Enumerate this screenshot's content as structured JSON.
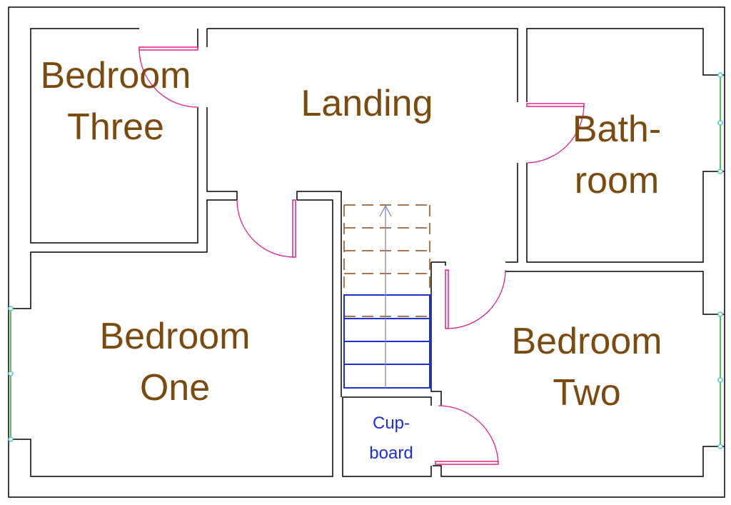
{
  "floor_plan": {
    "rooms": {
      "bedroom_three": {
        "line1": "Bedroom",
        "line2": "Three"
      },
      "landing": {
        "line1": "Landing"
      },
      "bathroom": {
        "line1": "Bath-",
        "line2": "room"
      },
      "bedroom_one": {
        "line1": "Bedroom",
        "line2": "One"
      },
      "bedroom_two": {
        "line1": "Bedroom",
        "line2": "Two"
      },
      "cupboard": {
        "line1": "Cup-",
        "line2": "board"
      }
    },
    "colors": {
      "walls": "#000000",
      "room_labels": "#7a4a10",
      "cupboard_label": "#1a2fd6",
      "doors": "#e0208a",
      "windows": "#22aa22",
      "stairs_up": "#1a33cc",
      "stairs_down": "#8b4a14"
    }
  }
}
